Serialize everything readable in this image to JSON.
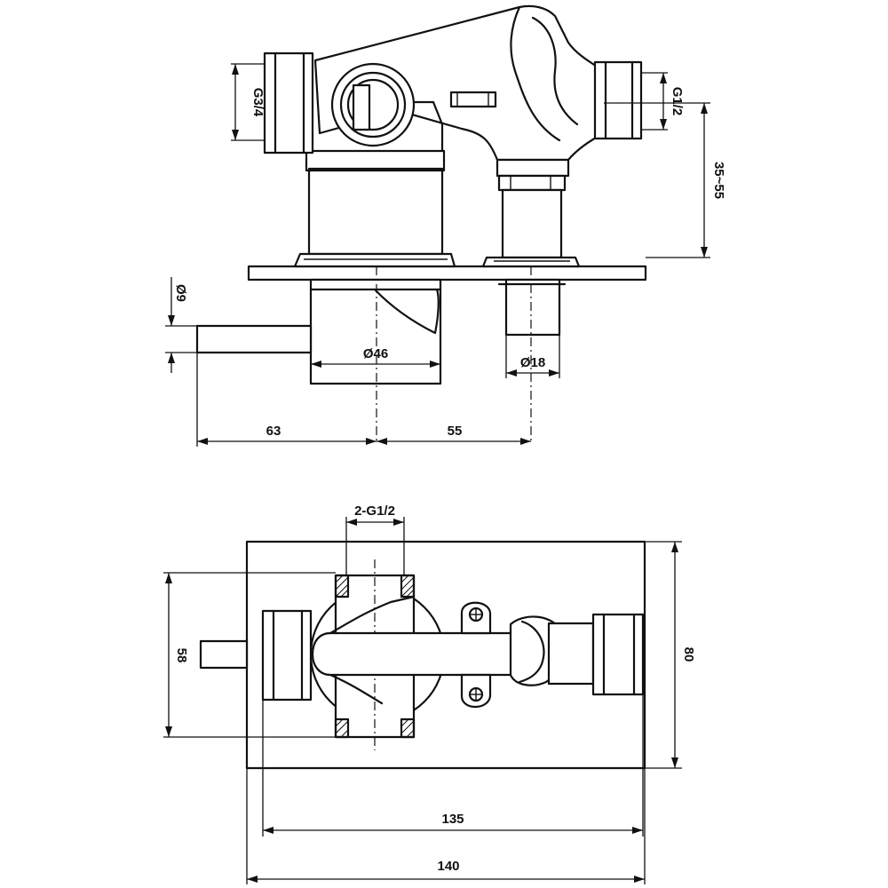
{
  "dimensions": {
    "inlet_g34": "G3/4",
    "outlet_g12": "G1/2",
    "depth_range": "35~55",
    "diam_9": "Ø9",
    "diam_46": "Ø46",
    "diam_18": "Ø18",
    "dist_63": "63",
    "dist_55": "55",
    "ports_2g12": "2-G1/2",
    "height_58": "58",
    "height_80": "80",
    "width_135": "135",
    "width_140": "140"
  }
}
